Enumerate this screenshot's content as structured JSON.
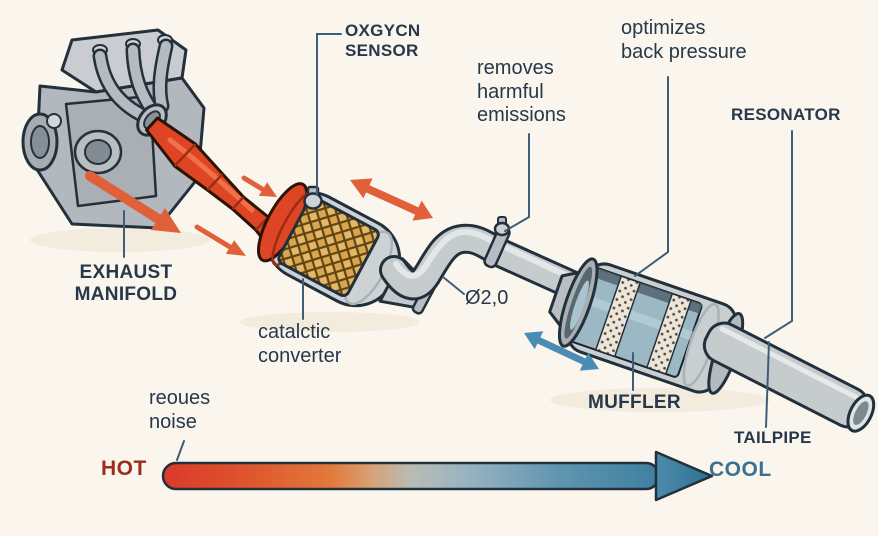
{
  "labels": {
    "oxygen_sensor": "OXGYCN\nSENSOR",
    "removes_emissions": "removes\nharmful\nemissions",
    "optimizes_back_pressure": "optimizes\nback pressure",
    "resonator": "RESONATOR",
    "exhaust_manifold": "EXHAUST\nMANIFOLD",
    "catalytic_converter": "catalctic\nconverter",
    "pipe_diameter": "Ø2,0",
    "muffler": "MUFFLER",
    "reduces_noise": "reoues\nnoise",
    "tailpipe": "TAILPIPE",
    "hot": "HOT",
    "cool": "COOL"
  },
  "temperature_scale": {
    "start_label": "HOT",
    "end_label": "COOL",
    "start_color": "#d93a2a",
    "end_color": "#3f80a1"
  },
  "colors": {
    "background": "#faf6ee",
    "label_text": "#26384a",
    "hot_text": "#9e2b1e",
    "cool_text": "#3a7190",
    "hot_pipe_red": "#dd4524",
    "flow_arrow_orange": "#e0603a",
    "flow_arrow_blue": "#4a8cb4",
    "metal_gray": "#c6cbce",
    "catalyst_mesh_gold": "#d9a54f",
    "outline_navy": "#22303c",
    "leader_line": "#3f5d78"
  }
}
